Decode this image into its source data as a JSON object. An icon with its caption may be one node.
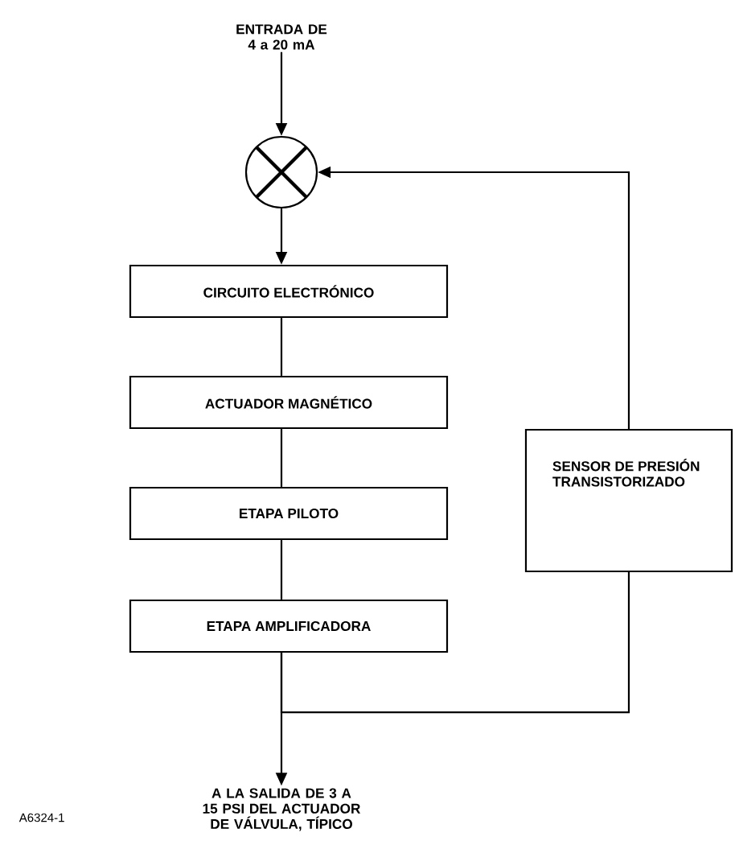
{
  "diagram": {
    "nodes": [
      {
        "text": [
          "ENTRADA DE 4 a 20 mA"
        ]
      },
      {
        "text": [],
        "shape": "circle"
      },
      {
        "text": [
          "CIRCUITO ELECTRÓNICO"
        ]
      },
      {
        "text": [
          "ACTUADOR MAGNÉTICO"
        ]
      },
      {
        "text": [
          "ETAPA PILOTO"
        ]
      },
      {
        "text": [
          "ETAPA AMPLIFICADORA"
        ]
      },
      {
        "text": [
          "SENSOR DE PRESIÓN TRANSISTORIZADO"
        ]
      },
      {
        "text": [
          "A LA SALIDA DE 3 A 15 PSI DEL ACTUADOR DE VÁLVULA, TÍPICO"
        ]
      }
    ],
    "edges": [
      {
        "from": 0,
        "to": 1,
        "arrow": "to"
      },
      {
        "from": 1,
        "to": 2,
        "arrow": "to"
      },
      {
        "from": 2,
        "to": 3,
        "arrow": "none"
      },
      {
        "from": 3,
        "to": 4,
        "arrow": "none"
      },
      {
        "from": 4,
        "to": 5,
        "arrow": "none"
      },
      {
        "from": 5,
        "to": 7,
        "arrow": "to"
      },
      {
        "from": 5,
        "to": 6,
        "arrow": "none"
      },
      {
        "from": 6,
        "to": 1,
        "arrow": "to"
      }
    ],
    "labels": [
      "A6324-1"
    ]
  }
}
